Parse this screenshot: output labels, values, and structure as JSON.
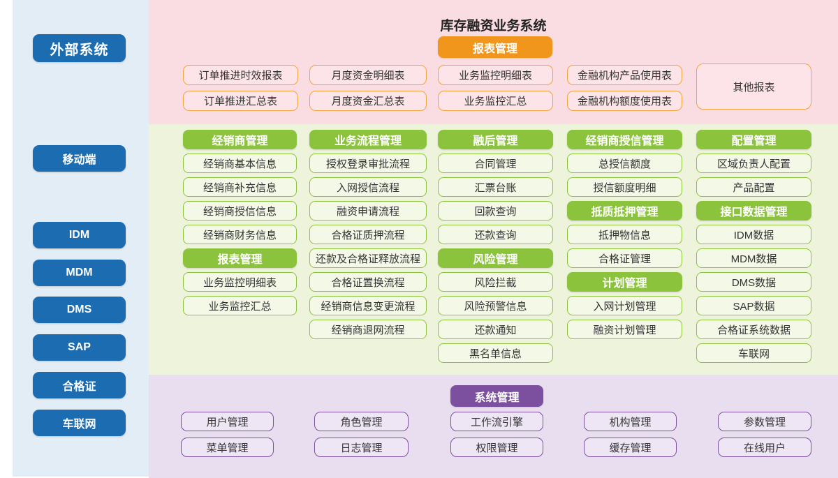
{
  "title": "库存融资业务系统",
  "colors": {
    "sidebar_bg": "#e3edf5",
    "blue_button": "#1b6cb1",
    "pink_bg": "#fadde2",
    "orange_header": "#f0961c",
    "report_border": "#f2a33c",
    "green_bg": "#eef3db",
    "green_header": "#8cc33c",
    "purple_bg": "#e8def0",
    "purple_header": "#7c509f"
  },
  "sidebar": {
    "header": "外部系统",
    "items": [
      "移动端",
      "IDM",
      "MDM",
      "DMS",
      "SAP",
      "合格证",
      "车联网"
    ]
  },
  "reports": {
    "header": "报表管理",
    "columns": [
      [
        "订单推进时效报表",
        "订单推进汇总表"
      ],
      [
        "月度资金明细表",
        "月度资金汇总表"
      ],
      [
        "业务监控明细表",
        "业务监控汇总"
      ],
      [
        "金融机构产品使用表",
        "金融机构额度使用表"
      ]
    ],
    "other": "其他报表"
  },
  "modules": {
    "columns": [
      {
        "cells": [
          {
            "type": "header",
            "text": "经销商管理"
          },
          {
            "type": "item",
            "text": "经销商基本信息"
          },
          {
            "type": "item",
            "text": "经销商补充信息"
          },
          {
            "type": "item",
            "text": "经销商授信信息"
          },
          {
            "type": "item",
            "text": "经销商财务信息"
          },
          {
            "type": "header",
            "text": "报表管理"
          },
          {
            "type": "item",
            "text": "业务监控明细表"
          },
          {
            "type": "item",
            "text": "业务监控汇总"
          }
        ]
      },
      {
        "cells": [
          {
            "type": "header",
            "text": "业务流程管理"
          },
          {
            "type": "item",
            "text": "授权登录审批流程"
          },
          {
            "type": "item",
            "text": "入网授信流程"
          },
          {
            "type": "item",
            "text": "融资申请流程"
          },
          {
            "type": "item",
            "text": "合格证质押流程"
          },
          {
            "type": "item",
            "text": "还款及合格证释放流程"
          },
          {
            "type": "item",
            "text": "合格证置换流程"
          },
          {
            "type": "item",
            "text": "经销商信息变更流程"
          },
          {
            "type": "item",
            "text": "经销商退网流程"
          }
        ]
      },
      {
        "cells": [
          {
            "type": "header",
            "text": "融后管理"
          },
          {
            "type": "item",
            "text": "合同管理"
          },
          {
            "type": "item",
            "text": "汇票台账"
          },
          {
            "type": "item",
            "text": "回款查询"
          },
          {
            "type": "item",
            "text": "还款查询"
          },
          {
            "type": "header",
            "text": "风险管理"
          },
          {
            "type": "item",
            "text": "风险拦截"
          },
          {
            "type": "item",
            "text": "风险预警信息"
          },
          {
            "type": "item",
            "text": "还款通知"
          },
          {
            "type": "item",
            "text": "黑名单信息"
          }
        ]
      },
      {
        "cells": [
          {
            "type": "header",
            "text": "经销商授信管理"
          },
          {
            "type": "item",
            "text": "总授信额度"
          },
          {
            "type": "item",
            "text": "授信额度明细"
          },
          {
            "type": "header",
            "text": "抵质抵押管理"
          },
          {
            "type": "item",
            "text": "抵押物信息"
          },
          {
            "type": "item",
            "text": "合格证管理"
          },
          {
            "type": "header",
            "text": "计划管理"
          },
          {
            "type": "item",
            "text": "入网计划管理"
          },
          {
            "type": "item",
            "text": "融资计划管理"
          }
        ]
      },
      {
        "cells": [
          {
            "type": "header",
            "text": "配置管理"
          },
          {
            "type": "item",
            "text": "区域负责人配置"
          },
          {
            "type": "item",
            "text": "产品配置"
          },
          {
            "type": "header",
            "text": "接口数据管理"
          },
          {
            "type": "item",
            "text": "IDM数据"
          },
          {
            "type": "item",
            "text": "MDM数据"
          },
          {
            "type": "item",
            "text": "DMS数据"
          },
          {
            "type": "item",
            "text": "SAP数据"
          },
          {
            "type": "item",
            "text": "合格证系统数据"
          },
          {
            "type": "item",
            "text": "车联网"
          }
        ]
      }
    ]
  },
  "system": {
    "header": "系统管理",
    "columns": [
      [
        "用户管理",
        "菜单管理"
      ],
      [
        "角色管理",
        "日志管理"
      ],
      [
        "工作流引擎",
        "权限管理"
      ],
      [
        "机构管理",
        "缓存管理"
      ],
      [
        "参数管理",
        "在线用户"
      ]
    ]
  }
}
